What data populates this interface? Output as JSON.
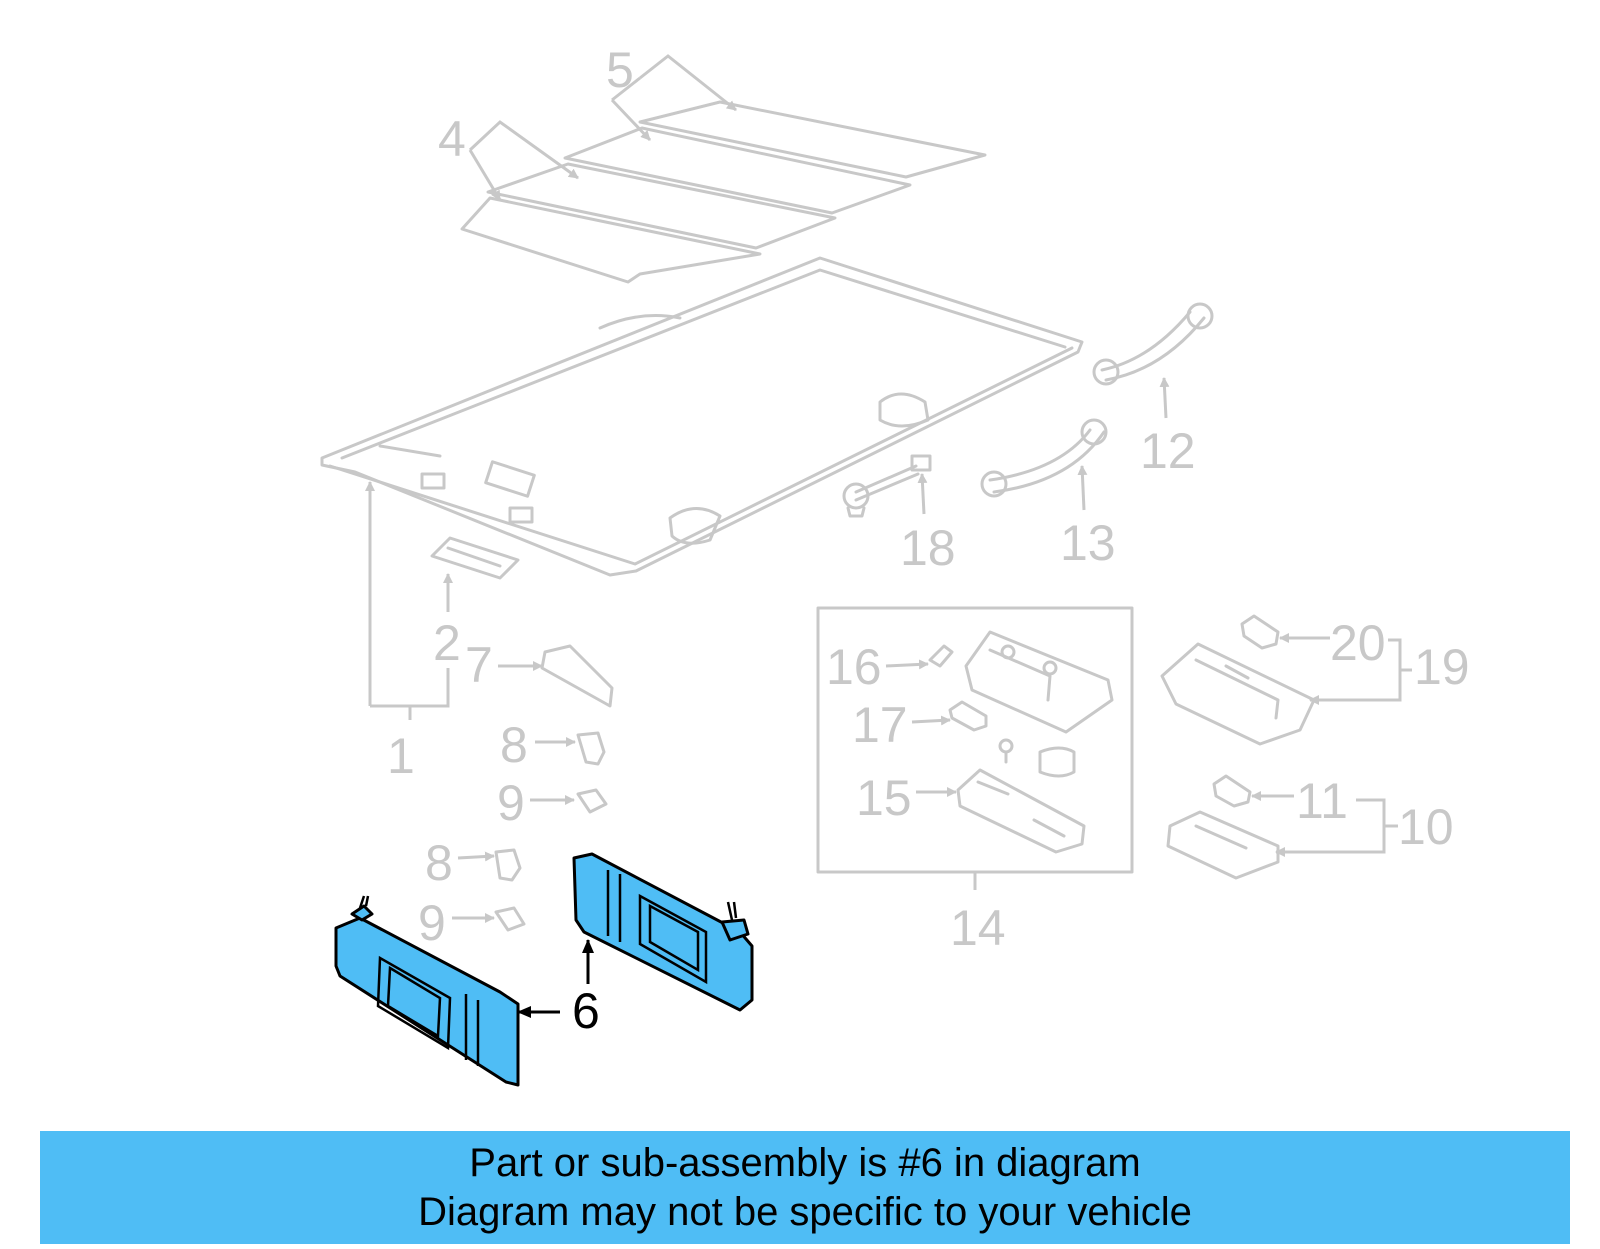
{
  "callouts": {
    "c1": "1",
    "c2": "2",
    "c4": "4",
    "c5": "5",
    "c6": "6",
    "c7": "7",
    "c8a": "8",
    "c8b": "8",
    "c9a": "9",
    "c9b": "9",
    "c10": "10",
    "c11": "11",
    "c12": "12",
    "c13": "13",
    "c14": "14",
    "c15": "15",
    "c16": "16",
    "c17": "17",
    "c18": "18",
    "c19": "19",
    "c20": "20"
  },
  "highlight_part": "6",
  "banner": {
    "line1": "Part or sub-assembly is #6 in diagram",
    "line2": "Diagram may not be specific to your vehicle"
  },
  "colors": {
    "highlight": "#4fbdf5",
    "ghost": "#c8c8c8",
    "text": "#000000"
  }
}
